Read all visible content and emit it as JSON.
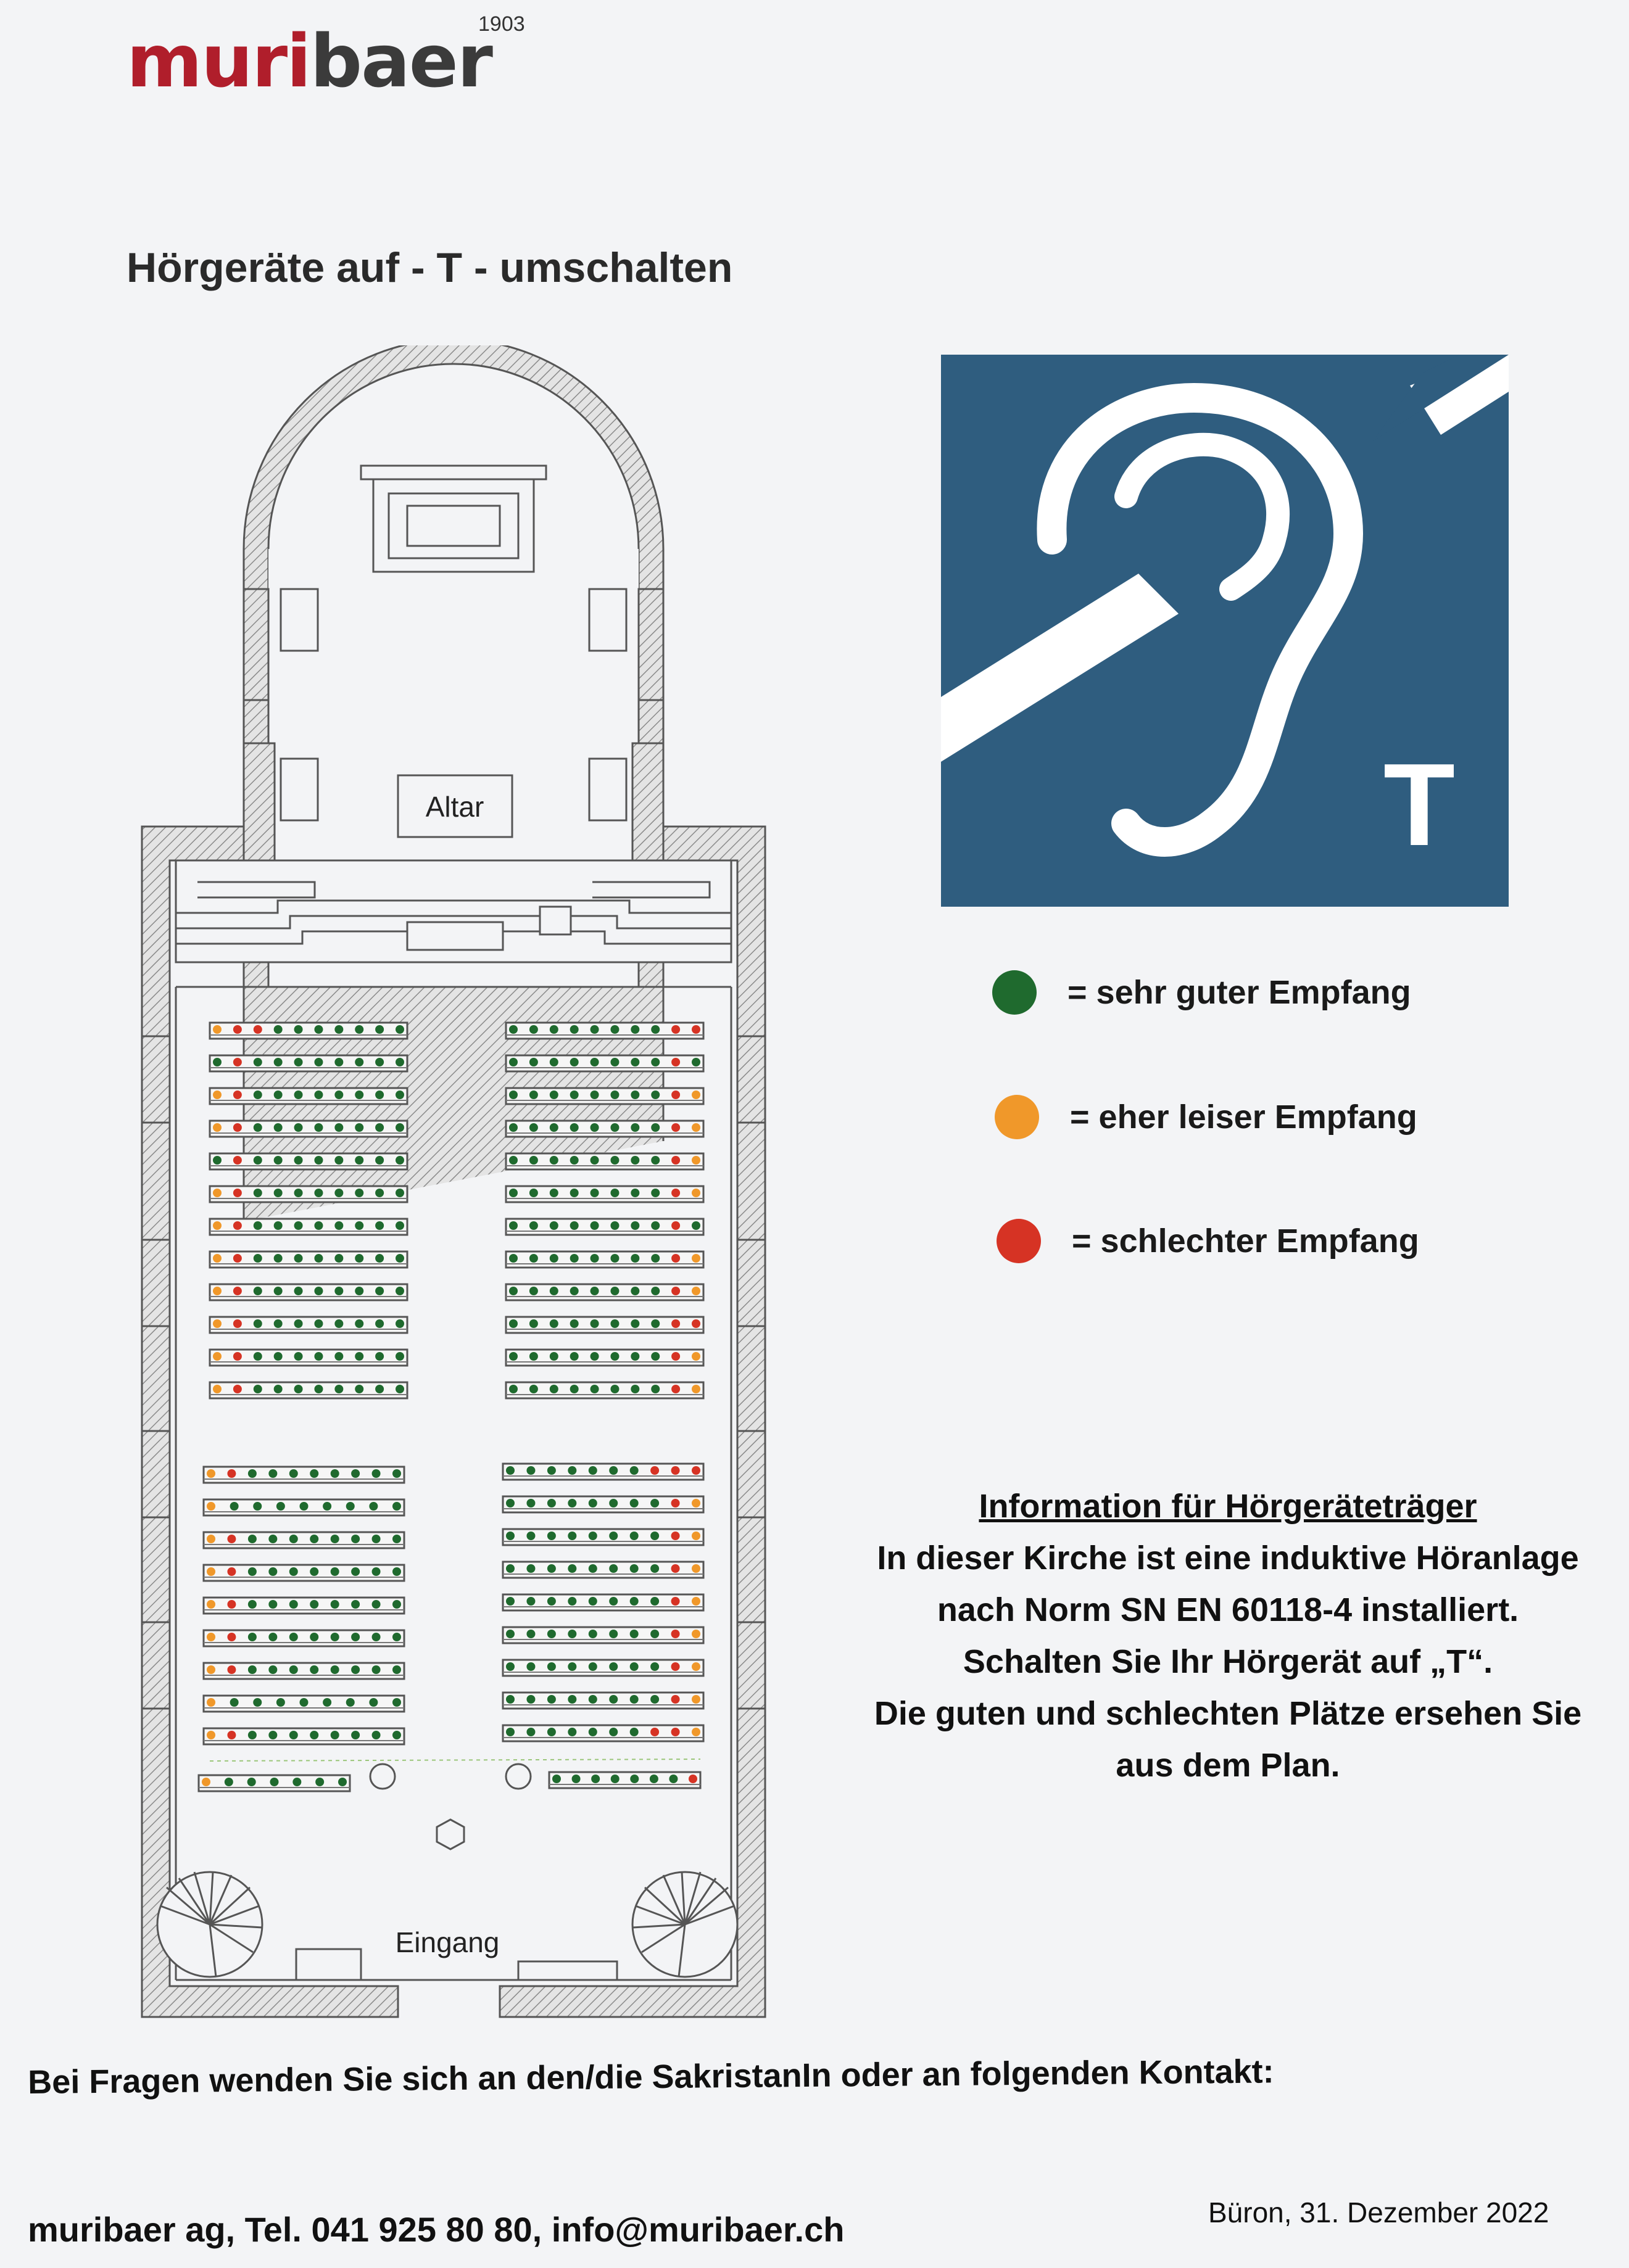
{
  "brand": {
    "name_a": "muri",
    "name_b": "baer",
    "year": "1903"
  },
  "title": "Hörgeräte auf - T - umschalten",
  "plan": {
    "altar_label": "Altar",
    "entrance_label": "Eingang",
    "seat_blocks": {
      "front_left": [
        "orrggggggg",
        "grgggggggg",
        "orgggggggg",
        "orgggggggg",
        "grgggggggg",
        "orgggggggg",
        "orgggggggg",
        "orgggggggg",
        "orgggggggg",
        "orgggggggg",
        "orgggggggg",
        "orgggggggg"
      ],
      "front_right": [
        "ggggggggrr",
        "ggggggggrg",
        "ggggggggro",
        "ggggggggro",
        "ggggggggro",
        "ggggggggro",
        "ggggggggrg",
        "ggggggggro",
        "ggggggggro",
        "ggggggggrr",
        "ggggggggro",
        "ggggggggro"
      ],
      "back_left": [
        "orgggggggg",
        "ogggggggg",
        "orgggggggg",
        "orgggggggg",
        "orgggggggg",
        "orgggggggg",
        "orgggggggg",
        "ogggggggg",
        "orgggggggg"
      ],
      "back_right": [
        "gggggggrrr",
        "ggggggggro",
        "ggggggggro",
        "ggggggggro",
        "ggggggggro",
        "ggggggggro",
        "ggggggggro",
        "ggggggggro",
        "gggggggrro"
      ],
      "last_left": "ogggggg",
      "last_right": "gggggggr"
    }
  },
  "legend": [
    {
      "color": "#1f6a2e",
      "label": "= sehr guter Empfang"
    },
    {
      "color": "#f0982a",
      "label": "= eher leiser Empfang"
    },
    {
      "color": "#d63324",
      "label": "= schlechter Empfang"
    }
  ],
  "ear_sign": {
    "letter": "T",
    "bg_color": "#2f5d7f",
    "icon": "hearing-loop-ear-icon"
  },
  "info": {
    "heading": "Information für Hörgeräteträger",
    "lines": [
      "In dieser Kirche ist eine induktive Höranlage",
      "nach Norm SN EN 60118-4 installiert.",
      "Schalten Sie Ihr Hörgerät auf „T“.",
      "Die guten und schlechten Plätze ersehen Sie",
      "aus dem Plan."
    ]
  },
  "questions": "Bei Fragen wenden Sie sich an den/die SakristanIn oder an folgenden Kontakt:",
  "contact": "muribaer ag, Tel. 041 925 80 80, info@muribaer.ch",
  "date": "Büron, 31. Dezember 2022"
}
